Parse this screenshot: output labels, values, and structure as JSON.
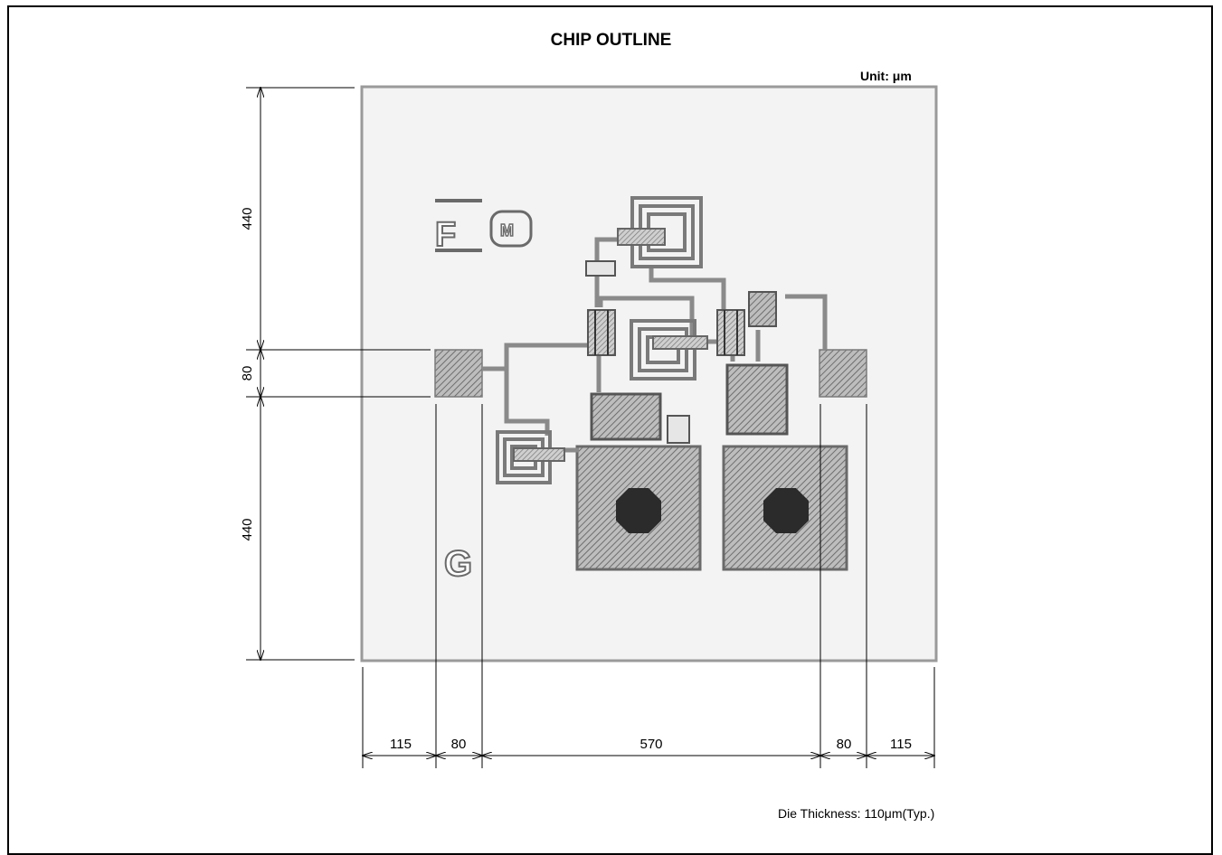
{
  "title": "CHIP OUTLINE",
  "unit_label": "Unit: μm",
  "die_thickness": "Die Thickness: 110μm(Typ.)",
  "chip_marks": {
    "logo_letter": "F",
    "logo_badge": "M",
    "pad_label": "G"
  },
  "dimensions": {
    "vertical": {
      "top": "440",
      "pad": "80",
      "bottom": "440"
    },
    "horizontal": {
      "left_margin": "115",
      "left_pad": "80",
      "center": "570",
      "right_pad": "80",
      "right_margin": "115"
    }
  },
  "colors": {
    "line": "#000000",
    "chip_fill": "#f3f3f3",
    "chip_border": "#9a9a9a",
    "metal": "#8a8a8a",
    "via": "#2b2b2b"
  }
}
